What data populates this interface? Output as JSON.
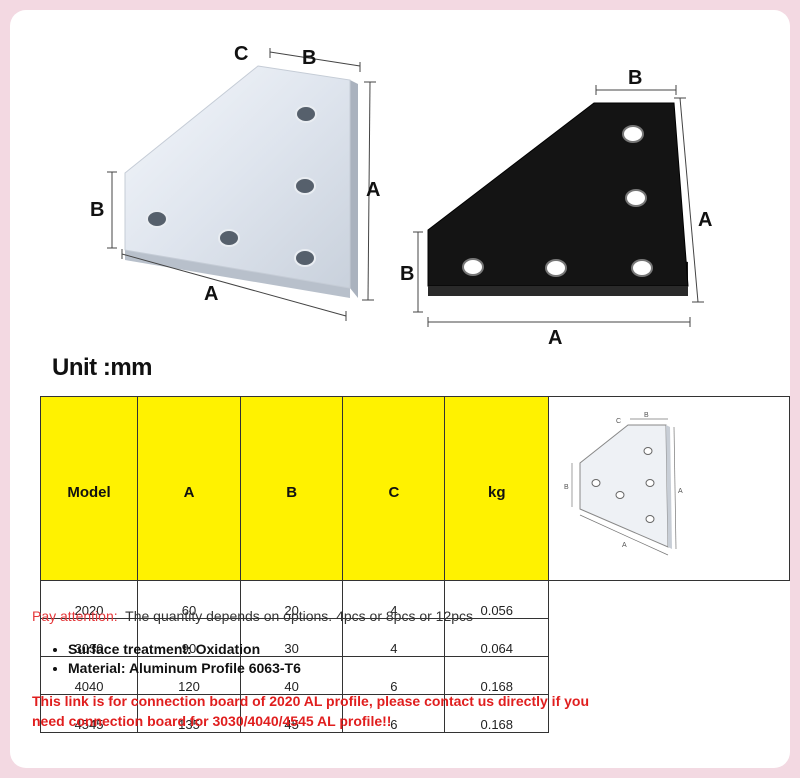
{
  "figures": {
    "silver_labels": {
      "c": "C",
      "b_top": "B",
      "b_side": "B",
      "a_right": "A",
      "a_bottom": "A"
    },
    "black_labels": {
      "b_top": "B",
      "a_right": "A",
      "b_side": "B",
      "a_bottom": "A"
    }
  },
  "unit_label": "Unit :mm",
  "table": {
    "headers": [
      "Model",
      "A",
      "B",
      "C",
      "kg"
    ],
    "rows": [
      [
        "2020",
        "60",
        "20",
        "4",
        "0.056"
      ],
      [
        "3030",
        "90",
        "30",
        "4",
        "0.064"
      ],
      [
        "4040",
        "120",
        "40",
        "6",
        "0.168"
      ],
      [
        "4545",
        "135",
        "45",
        "6",
        "0.168"
      ]
    ],
    "thumb_labels": {
      "c": "C",
      "b_top": "B",
      "b_side": "B",
      "a_right": "A",
      "a_bottom": "A"
    }
  },
  "attention": {
    "label": "Pay attention:",
    "text": "The quantity depends on options. 4pcs or 8pcs or 12pcs"
  },
  "features": [
    "Surface treatment: Oxidation",
    "Material: Aluminum Profile 6063-T6"
  ],
  "notice": "This link is for connection board of 2020 AL profile, please contact us directly if you need connection board for 3030/4040/4545 AL profile!!",
  "colors": {
    "accent_red": "#e01e1e",
    "header_yellow": "#fff200",
    "frame_pink": "#f3d9e2"
  }
}
